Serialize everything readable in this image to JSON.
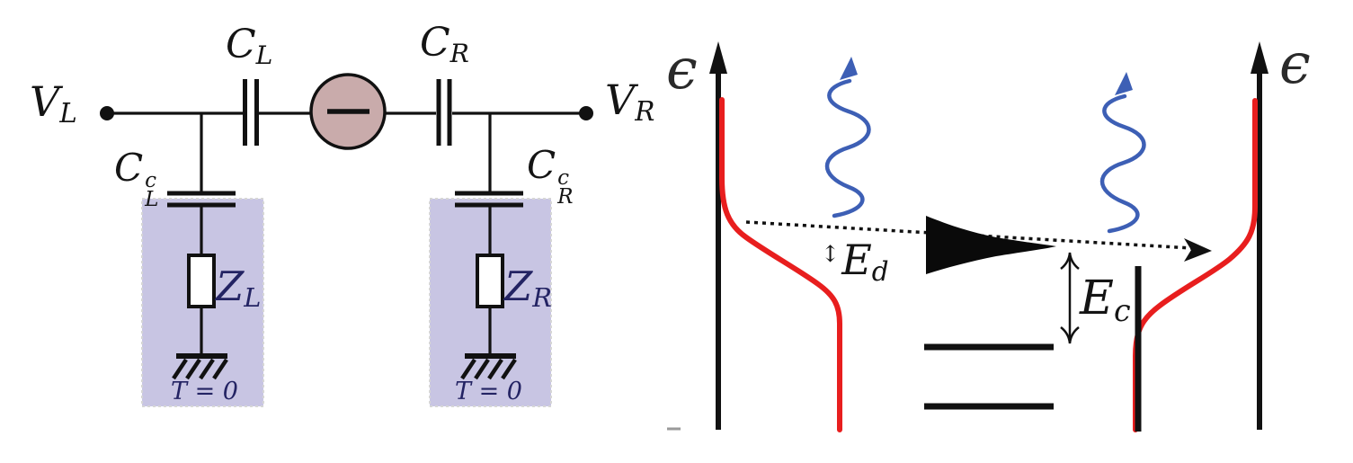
{
  "colors": {
    "background": "#ffffff",
    "ink": "#111111",
    "island_fill": "#c9abab",
    "environment_box_fill": "#c8c5e3",
    "environment_box_border": "#d6d6d6",
    "fermi_curve_red": "#e81e1e",
    "photon_blue": "#3d5fb5",
    "label_navy": "#232363"
  },
  "circuit": {
    "v_left": {
      "base": "V",
      "sub": "L"
    },
    "c_left": {
      "base": "C",
      "sub": "L"
    },
    "c_right": {
      "base": "C",
      "sub": "R"
    },
    "v_right": {
      "base": "V",
      "sub": "R"
    },
    "c_couple_left": {
      "base": "C",
      "sup": "c",
      "sub": "L"
    },
    "c_couple_right": {
      "base": "C",
      "sup": "c",
      "sub": "R"
    },
    "z_left": {
      "base": "Z",
      "sub": "L"
    },
    "z_right": {
      "base": "Z",
      "sub": "R"
    },
    "temp_left": "T = 0",
    "temp_right": "T = 0"
  },
  "energy_diagram": {
    "axis_left_label": "ϵ",
    "axis_right_label": "ϵ",
    "detuning_label": {
      "prefix": "↕",
      "base": "E",
      "sub": "d"
    },
    "charging_label": {
      "base": "E",
      "sub": "c"
    }
  }
}
